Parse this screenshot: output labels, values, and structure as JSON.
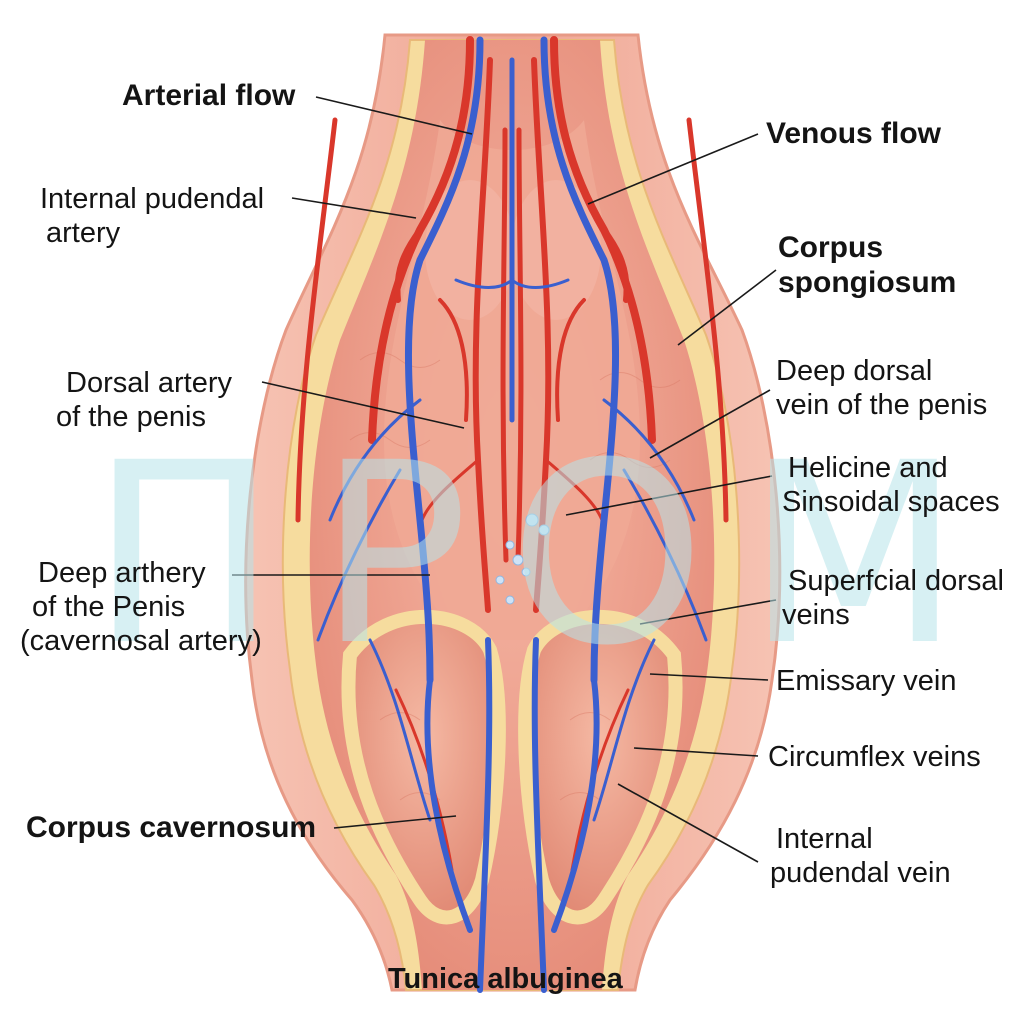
{
  "labels": {
    "arterial_flow": "Arterial flow",
    "venous_flow": "Venous flow",
    "internal_pudendal_artery": [
      "Internal pudendal",
      "artery"
    ],
    "corpus_spongiosum": [
      "Corpus",
      "spongiosum"
    ],
    "dorsal_artery": [
      "Dorsal artery",
      "of the penis"
    ],
    "deep_dorsal_vein": [
      "Deep dorsal",
      "vein of the penis"
    ],
    "helicine": [
      "Helicine and",
      "Sinsoidal spaces"
    ],
    "deep_artery": [
      "Deep arthery",
      "of the Penis",
      "(cavernosal artery)"
    ],
    "superficial_dorsal_veins": [
      "Superfcial dorsal",
      "veins"
    ],
    "emissary_vein": "Emissary vein",
    "circumflex_veins": "Circumflex veins",
    "corpus_cavernosum": "Corpus cavernosum",
    "internal_pudendal_vein": [
      "Internal",
      "pudendal vein"
    ],
    "tunica_albuginea": "Tunica albuginea"
  },
  "watermark": "ПРОМЕД",
  "colors": {
    "artery": "#d9372b",
    "vein": "#3a5fcf",
    "tissue": "#eea08f",
    "albuginea": "#f6dc9e",
    "outer_skin": "#f3b3a0"
  }
}
